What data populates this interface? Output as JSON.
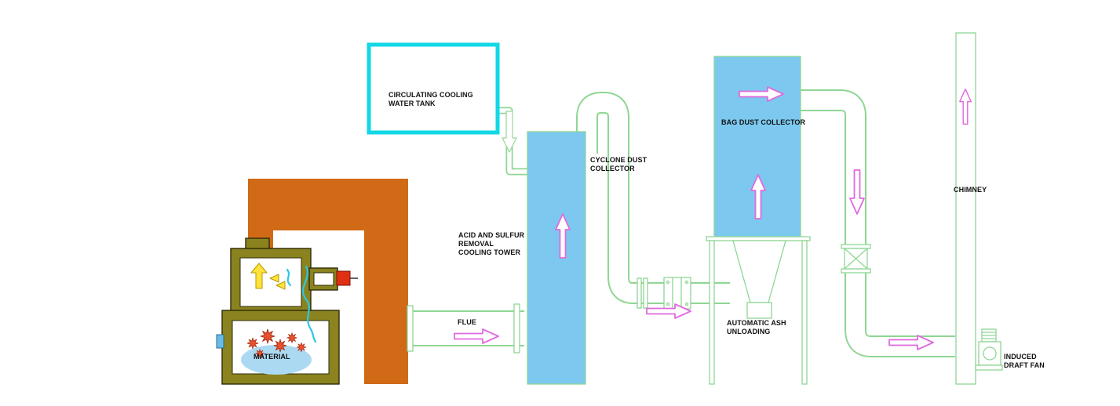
{
  "diagram": {
    "labels": {
      "cooling_tank": "CIRCULATING COOLING WATER TANK",
      "acid_tower": "ACID AND SULFUR REMOVAL COOLING TOWER",
      "cyclone": "CYCLONE DUST COLLECTOR",
      "bag_collector": "BAG DUST COLLECTOR",
      "ash_unloading": "AUTOMATIC ASH UNLOADING",
      "chimney": "CHIMNEY",
      "induced_draft_fan": "INDUCED DRAFT FAN",
      "flue": "FLUE",
      "material": "MATERIAL"
    }
  },
  "colors": {
    "orange": "#d06a17",
    "olive": "#8a831f",
    "light_blue": "#7cc8ef",
    "cyan": "#12d7e6",
    "pipe_green": "#8fd694",
    "arrow_pink": "#e06ae0",
    "yellow": "#ffe23c",
    "yellow_dark": "#b89a00",
    "red": "#e03014",
    "fire_red": "#e8512e",
    "water_blue": "#abd9f2"
  }
}
